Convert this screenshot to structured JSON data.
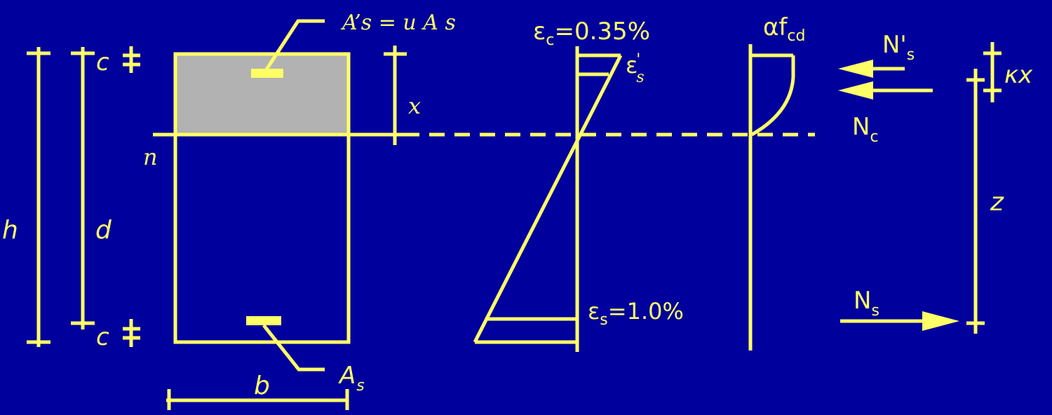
{
  "colors": {
    "background": "#00009C",
    "line": "#FFFF66",
    "compression_zone": "#B2B2B2",
    "rebar": "#FFFF66"
  },
  "labels": {
    "top_steel": "A’s = u A s",
    "bottom_steel_main": "A",
    "bottom_steel_sub": "s",
    "width": "b",
    "height_total": "h",
    "height_effective": "d",
    "cover_top": "c",
    "cover_bottom": "c",
    "neutral_axis_depth": "x",
    "neutral_axis": "n",
    "strain_concrete_main": "ε",
    "strain_concrete_sub": "c",
    "strain_concrete_value": "=0.35%",
    "strain_top_steel_main": "ε",
    "strain_top_steel_sup": "'",
    "strain_top_steel_sub": "s",
    "strain_steel_main": "ε",
    "strain_steel_sub": "s",
    "strain_steel_value": "=1.0%",
    "stress_main": "αf",
    "stress_sub": "cd",
    "force_top_steel_main": "N'",
    "force_top_steel_sub": "s",
    "force_concrete_main": "N",
    "force_concrete_sub": "c",
    "force_steel_main": "N",
    "force_steel_sub": "s",
    "lever_arm": "z",
    "resultant_depth": "κx"
  }
}
